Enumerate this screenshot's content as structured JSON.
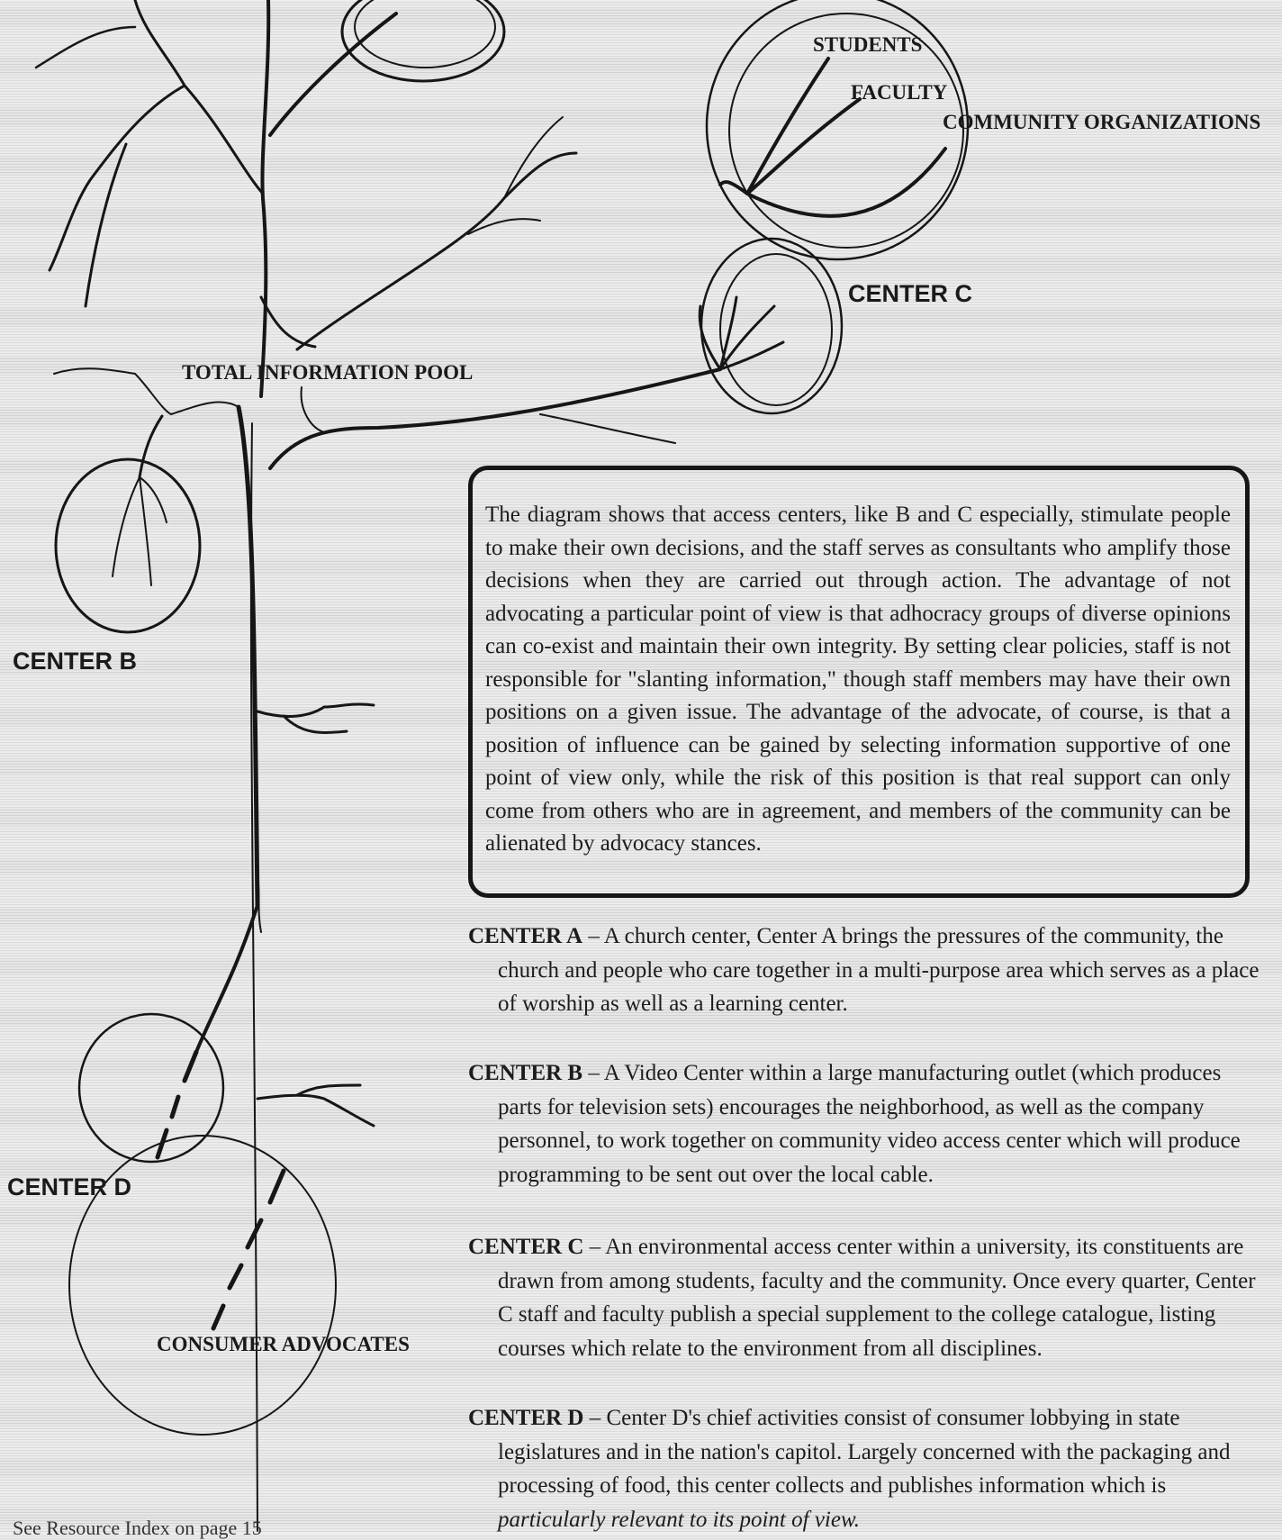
{
  "labels": {
    "students": "STUDENTS",
    "faculty": "FACULTY",
    "community_organizations": "COMMUNITY ORGANIZATIONS",
    "center_c": "CENTER C",
    "total_information_pool": "TOTAL INFORMATION POOL",
    "center_b": "CENTER B",
    "center_d": "CENTER D",
    "consumer_advocates": "CONSUMER ADVOCATES"
  },
  "info_box": {
    "text": "The diagram shows that access centers, like B and C especially, stimulate people to make their own decisions, and the staff serves as consultants who amplify those decisions when they are carried out through action. The advantage of not advocating a particular point of view is that adhocracy groups of diverse opinions can co-exist and maintain their own integrity. By setting clear policies, staff is not responsible for \"slanting information,\" though staff members may have their own positions on a given issue. The advantage of the advocate, of course, is that a position of influence can be gained by selecting information supportive of one point of view only, while the risk of this position is that real support can only come from others who are in agreement, and members of the community can be alienated by advocacy stances."
  },
  "centers": [
    {
      "name": "CENTER A",
      "dash": " – ",
      "text": "A church center, Center A brings the pressures of the community, the church and people who care together in a multi-purpose area which serves as a place of worship as well as a learning center.",
      "italic_text": ""
    },
    {
      "name": "CENTER B",
      "dash": " – ",
      "text": "A Video Center within a large manufacturing outlet (which produces parts for television sets) encourages the neighborhood, as well as the company personnel, to work together on community video access center which will produce programming to be sent out over the local cable.",
      "italic_text": ""
    },
    {
      "name": "CENTER C",
      "dash": " – ",
      "text": "An environmental access center within a university, its constituents are drawn from among students, faculty and the community. Once every quarter, Center C staff and faculty publish a special supplement to the college catalogue, listing courses which relate to the environment from all disciplines.",
      "italic_text": ""
    },
    {
      "name": "CENTER D",
      "dash": " – ",
      "text": "Center D's chief activities consist of consumer lobbying in state legislatures and in the nation's capitol. Largely concerned with the packaging and processing of food, this center collects and publishes information which is ",
      "italic_text": "particularly relevant to its point of view."
    }
  ],
  "footnote": "See Resource Index on page 15",
  "colors": {
    "ink": "#1a1a1a",
    "paper": "#e9e9e9"
  }
}
